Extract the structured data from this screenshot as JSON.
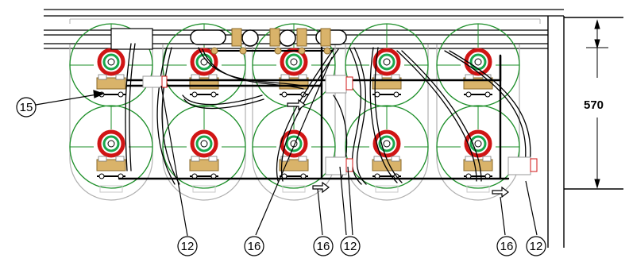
{
  "dimension": {
    "value": "570"
  },
  "callouts": [
    {
      "label": "15"
    },
    {
      "label": "12"
    },
    {
      "label": "16"
    },
    {
      "label": "16"
    },
    {
      "label": "12"
    },
    {
      "label": "16"
    },
    {
      "label": "12"
    }
  ],
  "colors": {
    "tank_outline": "#b0b0b0",
    "tank_green": "#1e8f2a",
    "valve_red": "#d01515",
    "valve_green": "#1aa64b",
    "valve_body": "#d9b36a",
    "valve_body_edge": "#8a6a2a",
    "pipe": "#000000"
  }
}
